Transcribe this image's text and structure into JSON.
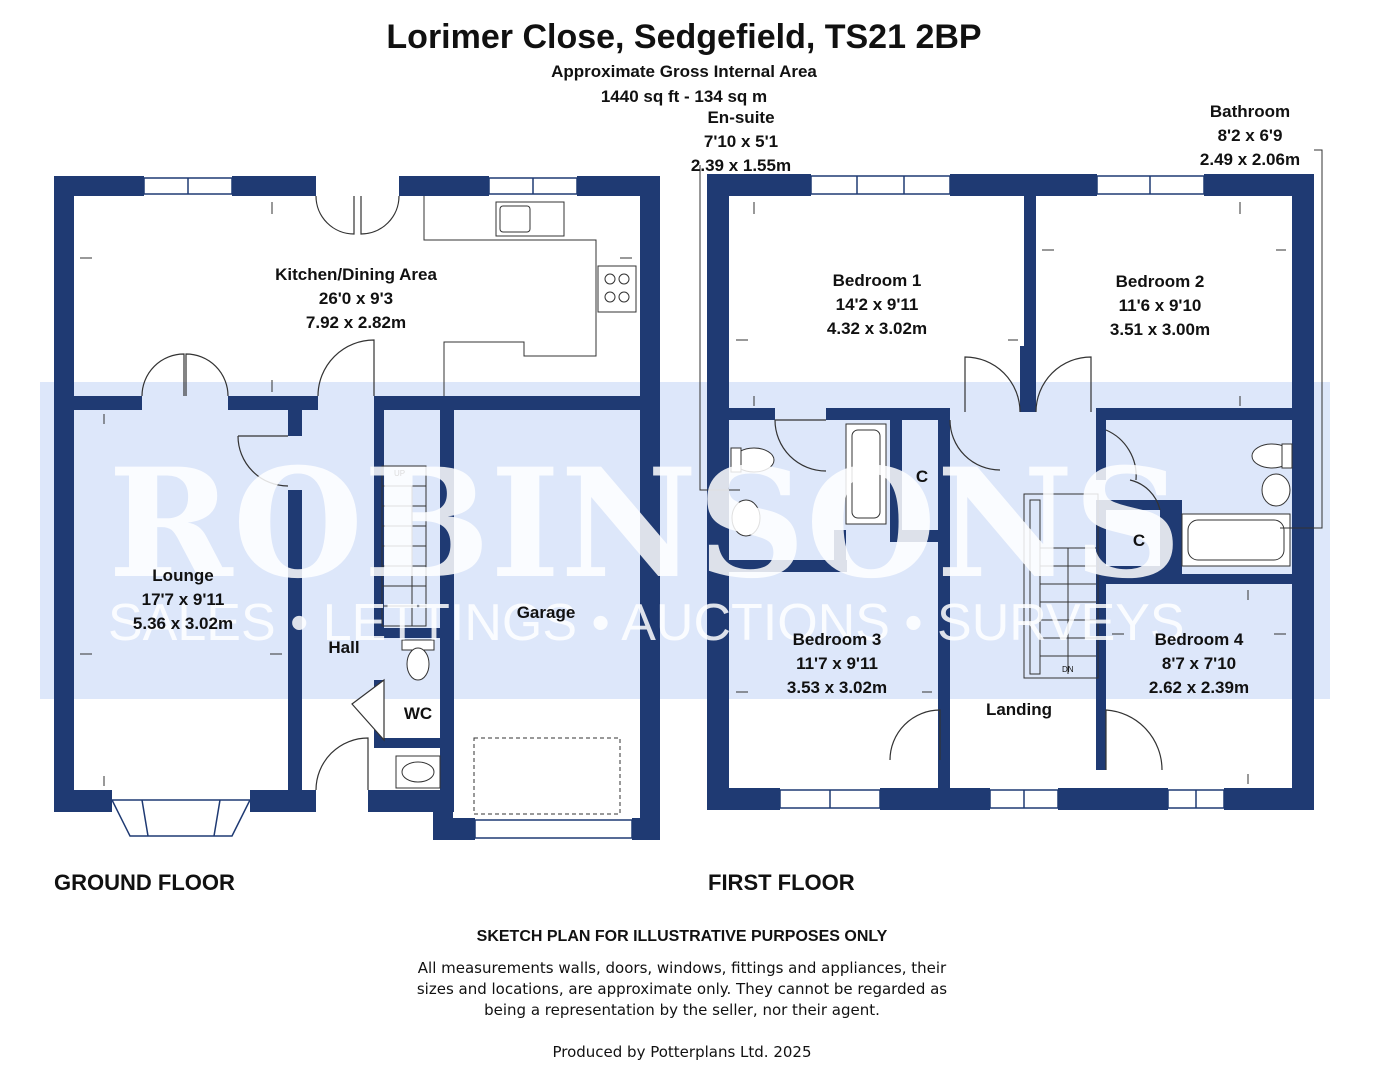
{
  "header": {
    "title": "Lorimer Close, Sedgefield, TS21 2BP",
    "area_label": "Approximate Gross Internal Area",
    "area_value": "1440 sq ft - 134 sq m"
  },
  "watermark": {
    "brand": "ROBINSONS",
    "tagline": "SALES • LETTINGS • AUCTIONS • SURVEYS"
  },
  "ground_floor": {
    "label": "GROUND FLOOR",
    "kitchen": {
      "name": "Kitchen/Dining Area",
      "imperial": "26'0 x 9'3",
      "metric": "7.92 x 2.82m"
    },
    "lounge": {
      "name": "Lounge",
      "imperial": "17'7 x 9'11",
      "metric": "5.36 x 3.02m"
    },
    "hall": {
      "name": "Hall"
    },
    "wc": {
      "name": "WC"
    },
    "garage": {
      "name": "Garage"
    },
    "stairs_label": "UP"
  },
  "first_floor": {
    "label": "FIRST FLOOR",
    "ensuite": {
      "name": "En-suite",
      "imperial": "7'10 x 5'1",
      "metric": "2.39 x 1.55m"
    },
    "bathroom": {
      "name": "Bathroom",
      "imperial": "8'2 x 6'9",
      "metric": "2.49 x 2.06m"
    },
    "bedroom1": {
      "name": "Bedroom 1",
      "imperial": "14'2 x 9'11",
      "metric": "4.32 x 3.02m"
    },
    "bedroom2": {
      "name": "Bedroom 2",
      "imperial": "11'6 x 9'10",
      "metric": "3.51 x 3.00m"
    },
    "bedroom3": {
      "name": "Bedroom 3",
      "imperial": "11'7 x 9'11",
      "metric": "3.53 x 3.02m"
    },
    "bedroom4": {
      "name": "Bedroom 4",
      "imperial": "8'7 x 7'10",
      "metric": "2.62 x 2.39m"
    },
    "landing": {
      "name": "Landing"
    },
    "cupboard1": "C",
    "cupboard2": "C",
    "stairs_label": "DN"
  },
  "footer": {
    "disclaimer_title": "SKETCH PLAN FOR ILLUSTRATIVE PURPOSES ONLY",
    "disclaimer_line1": "All measurements walls, doors, windows, fittings and appliances, their",
    "disclaimer_line2": "sizes and locations, are approximate only. They cannot be regarded as",
    "disclaimer_line3": "being a representation by the seller, nor their agent.",
    "credit": "Produced by Potterplans Ltd. 2025"
  },
  "colors": {
    "wall": "#1f3a73",
    "watermark_band": "#dde7fa",
    "text": "#111111"
  }
}
